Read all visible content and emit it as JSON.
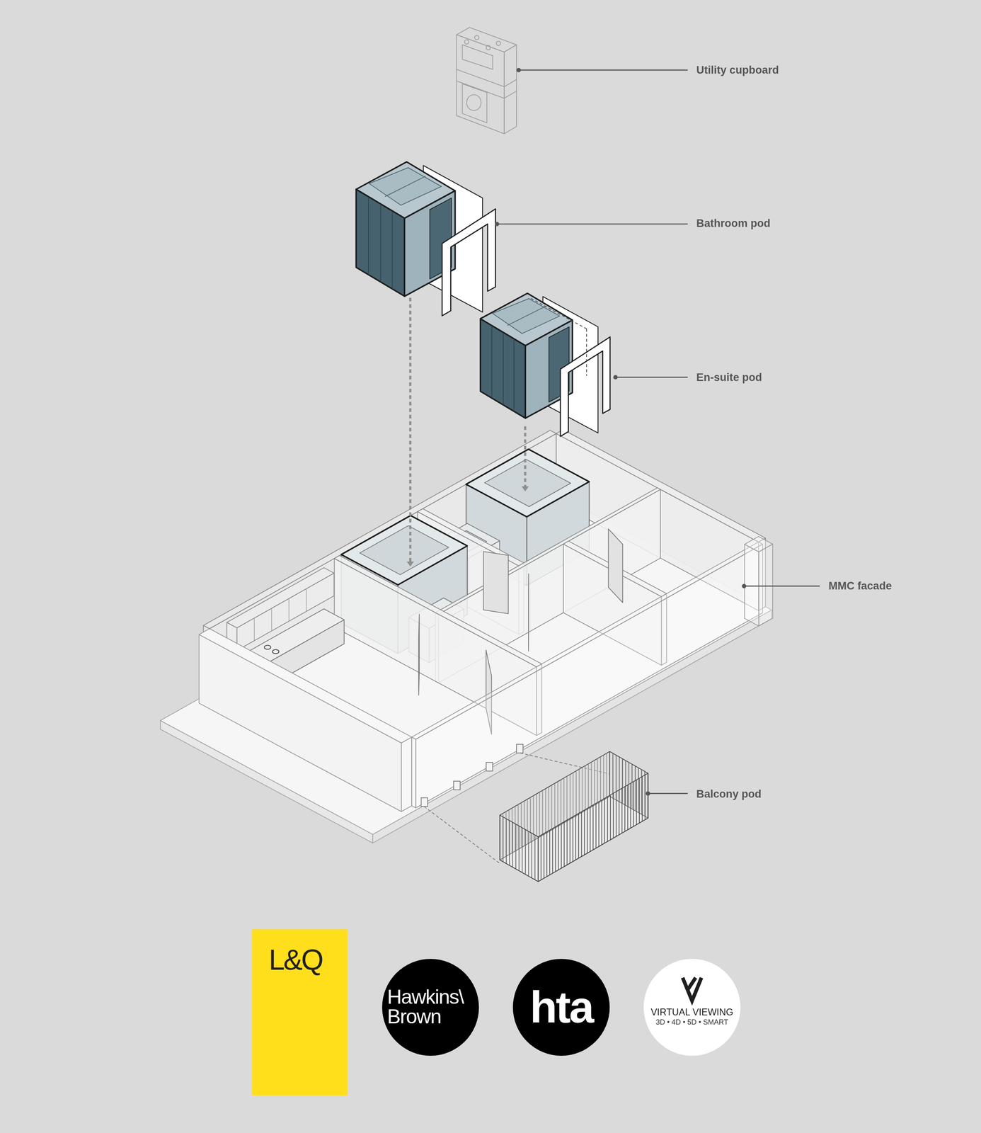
{
  "diagram": {
    "nodes": [
      {
        "text": [
          "L&Q"
        ]
      },
      {
        "text": [
          "Hawkins\\ Brown"
        ]
      },
      {
        "text": [
          "hta"
        ]
      },
      {
        "text": [
          "VIRTUAL VIEWING",
          "3D • 4D • 5D • SMART"
        ]
      }
    ],
    "labels": [
      "Utility cupboard",
      "Bathroom pod",
      "En-suite pod",
      "MMC facade",
      "Balcony pod"
    ]
  }
}
